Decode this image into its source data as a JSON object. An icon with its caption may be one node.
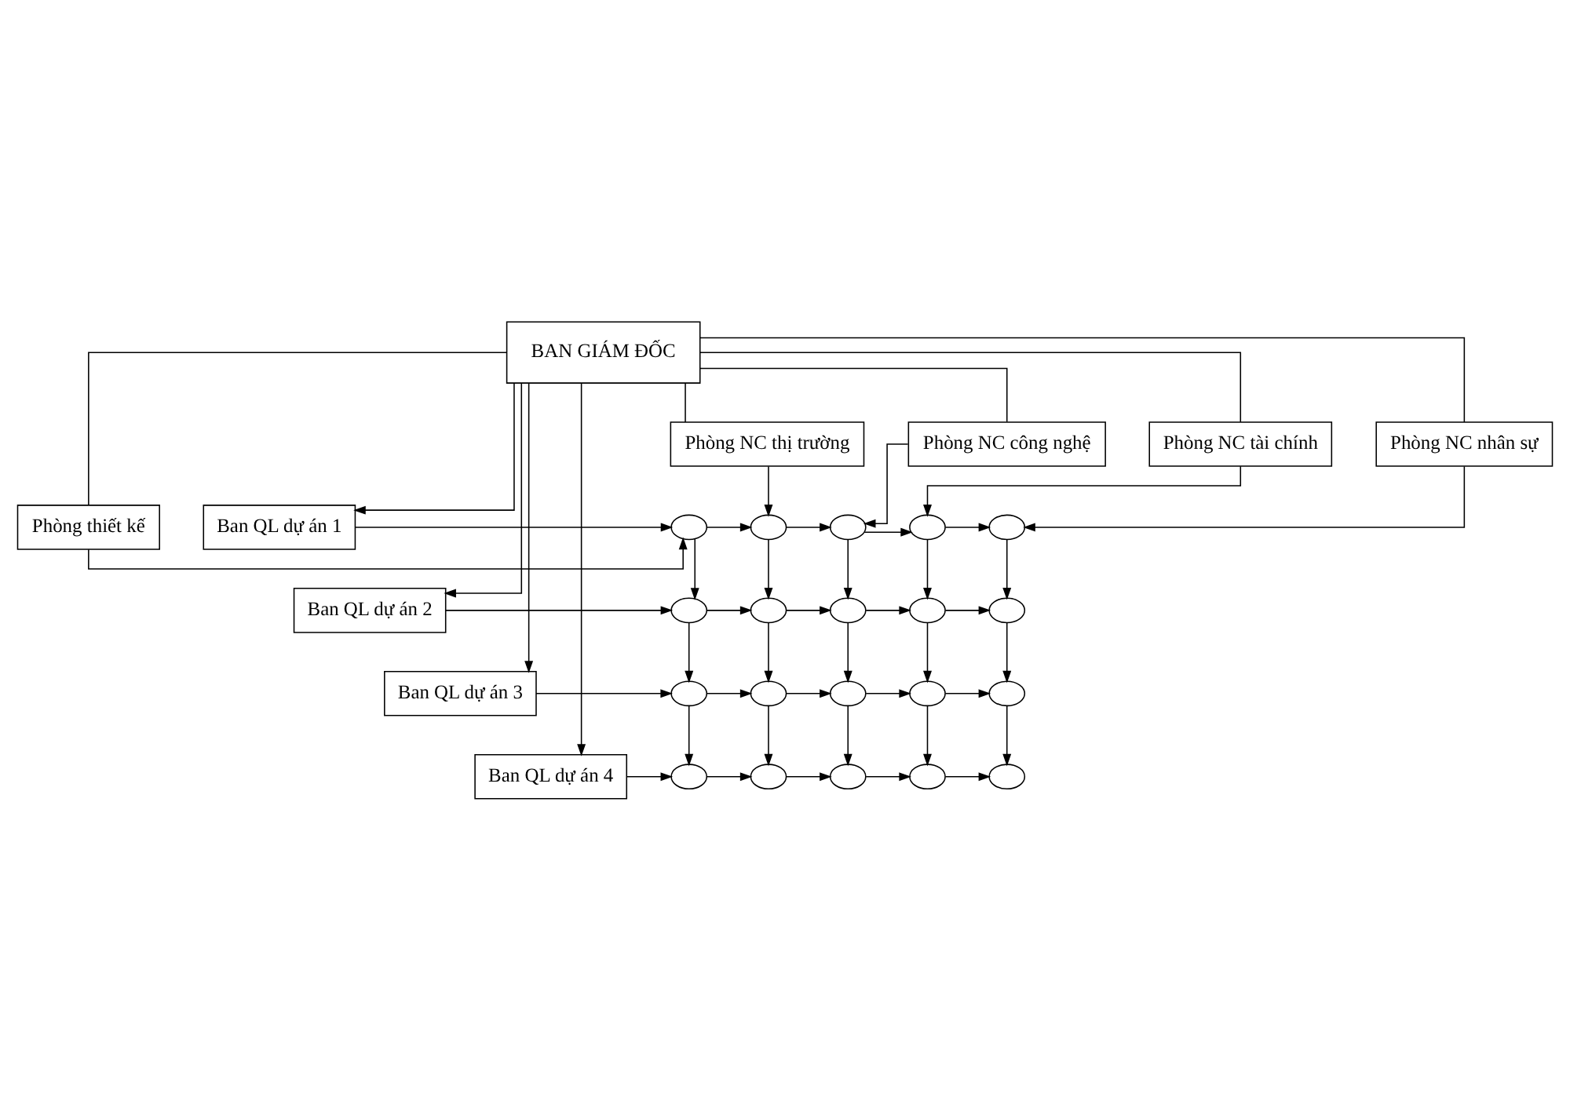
{
  "diagram": {
    "nodes": [
      {
        "text": [
          "BAN GIÁM ĐỐC"
        ]
      },
      {
        "text": [
          "Phòng thiết kế"
        ]
      },
      {
        "text": [
          "Phòng NC thị trường"
        ]
      },
      {
        "text": [
          "Phòng NC công nghệ"
        ]
      },
      {
        "text": [
          "Phòng NC tài chính"
        ]
      },
      {
        "text": [
          "Phòng NC nhân sự"
        ]
      },
      {
        "text": [
          "Ban QL dự án 1"
        ]
      },
      {
        "text": [
          "Ban QL dự án 2"
        ]
      },
      {
        "text": [
          "Ban QL dự án 3"
        ]
      },
      {
        "text": [
          "Ban QL dự án 4"
        ]
      },
      {
        "text": [],
        "shape": "circle"
      },
      {
        "text": [],
        "shape": "circle"
      },
      {
        "text": [],
        "shape": "circle"
      },
      {
        "text": [],
        "shape": "circle"
      },
      {
        "text": [],
        "shape": "circle"
      },
      {
        "text": [],
        "shape": "circle"
      },
      {
        "text": [],
        "shape": "circle"
      },
      {
        "text": [],
        "shape": "circle"
      },
      {
        "text": [],
        "shape": "circle"
      },
      {
        "text": [],
        "shape": "circle"
      },
      {
        "text": [],
        "shape": "circle"
      },
      {
        "text": [],
        "shape": "circle"
      },
      {
        "text": [],
        "shape": "circle"
      },
      {
        "text": [],
        "shape": "circle"
      },
      {
        "text": [],
        "shape": "circle"
      },
      {
        "text": [],
        "shape": "circle"
      },
      {
        "text": [],
        "shape": "circle"
      },
      {
        "text": [],
        "shape": "circle"
      },
      {
        "text": [],
        "shape": "circle"
      },
      {
        "text": [],
        "shape": "circle"
      }
    ],
    "edges": [
      {
        "from": 0,
        "to": 1,
        "arrow": "none"
      },
      {
        "from": 0,
        "to": 2,
        "arrow": "none"
      },
      {
        "from": 0,
        "to": 3,
        "arrow": "none"
      },
      {
        "from": 0,
        "to": 4,
        "arrow": "none"
      },
      {
        "from": 0,
        "to": 5,
        "arrow": "none"
      },
      {
        "from": 0,
        "to": 6,
        "arrow": "to"
      },
      {
        "from": 0,
        "to": 7,
        "arrow": "to"
      },
      {
        "from": 0,
        "to": 8,
        "arrow": "to"
      },
      {
        "from": 0,
        "to": 9,
        "arrow": "to"
      },
      {
        "from": 1,
        "to": 10,
        "arrow": "to"
      },
      {
        "from": 2,
        "to": 11,
        "arrow": "to"
      },
      {
        "from": 3,
        "to": 12,
        "arrow": "to"
      },
      {
        "from": 4,
        "to": 13,
        "arrow": "to"
      },
      {
        "from": 5,
        "to": 14,
        "arrow": "to"
      },
      {
        "from": 6,
        "to": 10,
        "arrow": "to"
      },
      {
        "from": 10,
        "to": 11,
        "arrow": "to"
      },
      {
        "from": 11,
        "to": 12,
        "arrow": "to"
      },
      {
        "from": 12,
        "to": 13,
        "arrow": "to"
      },
      {
        "from": 13,
        "to": 14,
        "arrow": "to"
      },
      {
        "from": 7,
        "to": 15,
        "arrow": "to"
      },
      {
        "from": 15,
        "to": 16,
        "arrow": "to"
      },
      {
        "from": 16,
        "to": 17,
        "arrow": "to"
      },
      {
        "from": 17,
        "to": 18,
        "arrow": "to"
      },
      {
        "from": 18,
        "to": 19,
        "arrow": "to"
      },
      {
        "from": 8,
        "to": 20,
        "arrow": "to"
      },
      {
        "from": 20,
        "to": 21,
        "arrow": "to"
      },
      {
        "from": 21,
        "to": 22,
        "arrow": "to"
      },
      {
        "from": 22,
        "to": 23,
        "arrow": "to"
      },
      {
        "from": 23,
        "to": 24,
        "arrow": "to"
      },
      {
        "from": 9,
        "to": 25,
        "arrow": "to"
      },
      {
        "from": 25,
        "to": 26,
        "arrow": "to"
      },
      {
        "from": 26,
        "to": 27,
        "arrow": "to"
      },
      {
        "from": 27,
        "to": 28,
        "arrow": "to"
      },
      {
        "from": 28,
        "to": 29,
        "arrow": "to"
      },
      {
        "from": 10,
        "to": 15,
        "arrow": "to"
      },
      {
        "from": 11,
        "to": 16,
        "arrow": "to"
      },
      {
        "from": 12,
        "to": 17,
        "arrow": "to"
      },
      {
        "from": 13,
        "to": 18,
        "arrow": "to"
      },
      {
        "from": 14,
        "to": 19,
        "arrow": "to"
      },
      {
        "from": 15,
        "to": 20,
        "arrow": "to"
      },
      {
        "from": 16,
        "to": 21,
        "arrow": "to"
      },
      {
        "from": 17,
        "to": 22,
        "arrow": "to"
      },
      {
        "from": 18,
        "to": 23,
        "arrow": "to"
      },
      {
        "from": 19,
        "to": 24,
        "arrow": "to"
      },
      {
        "from": 20,
        "to": 25,
        "arrow": "to"
      },
      {
        "from": 21,
        "to": 26,
        "arrow": "to"
      },
      {
        "from": 22,
        "to": 27,
        "arrow": "to"
      },
      {
        "from": 23,
        "to": 28,
        "arrow": "to"
      },
      {
        "from": 24,
        "to": 29,
        "arrow": "to"
      }
    ]
  }
}
